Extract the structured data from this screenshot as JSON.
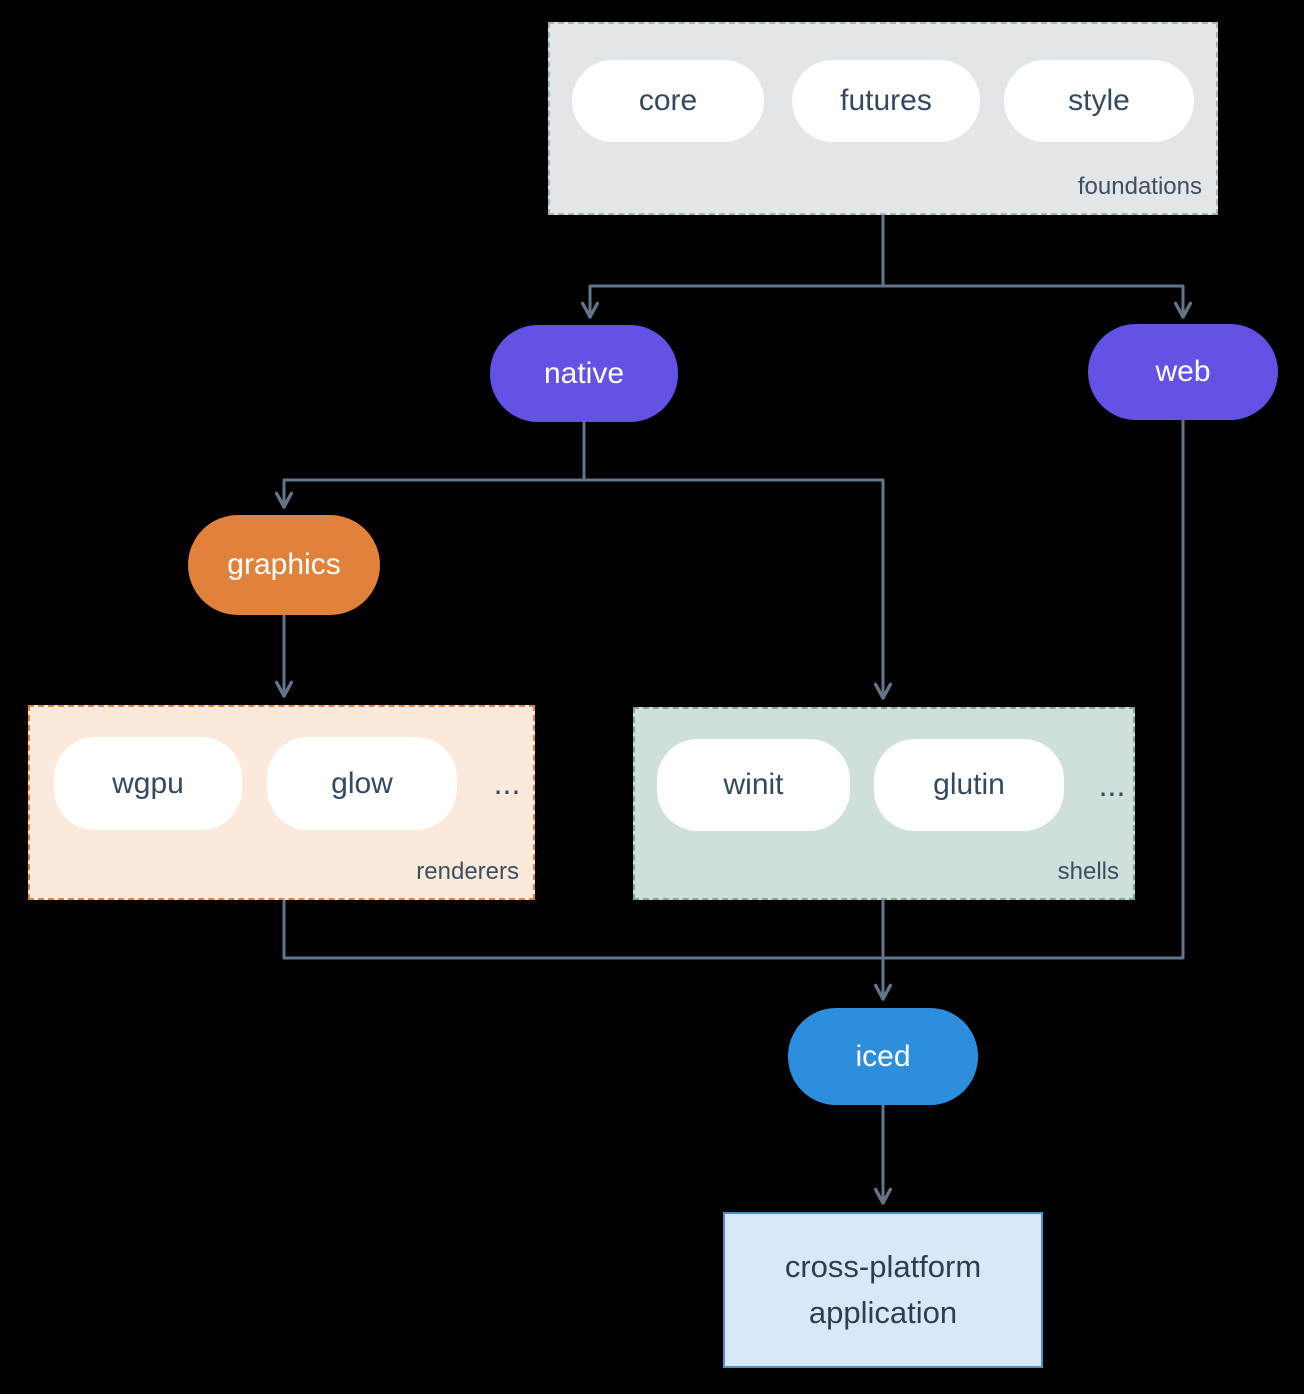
{
  "diagram": {
    "foundations": {
      "label": "foundations",
      "items": [
        "core",
        "futures",
        "style"
      ]
    },
    "native": {
      "label": "native"
    },
    "web": {
      "label": "web"
    },
    "graphics": {
      "label": "graphics"
    },
    "renderers": {
      "label": "renderers",
      "items": [
        "wgpu",
        "glow"
      ],
      "more": "..."
    },
    "shells": {
      "label": "shells",
      "items": [
        "winit",
        "glutin"
      ],
      "more": "..."
    },
    "iced": {
      "label": "iced"
    },
    "application": {
      "line1": "cross-platform",
      "line2": "application"
    },
    "colors": {
      "background": "#000000",
      "arrow": "#64748b",
      "foundations_bg": "#e2e6e9",
      "purple": "#6352e4",
      "orange": "#e0823c",
      "renderers_bg": "#fbe9dc",
      "renderers_border": "#df8140",
      "shells_bg": "#cfe0db",
      "shells_border": "#7fa796",
      "blue": "#2e8ede",
      "application_bg": "#d7e9f9",
      "application_border": "#4a8fd4",
      "text_dark": "#35495e",
      "text_light": "#ffffff"
    }
  }
}
